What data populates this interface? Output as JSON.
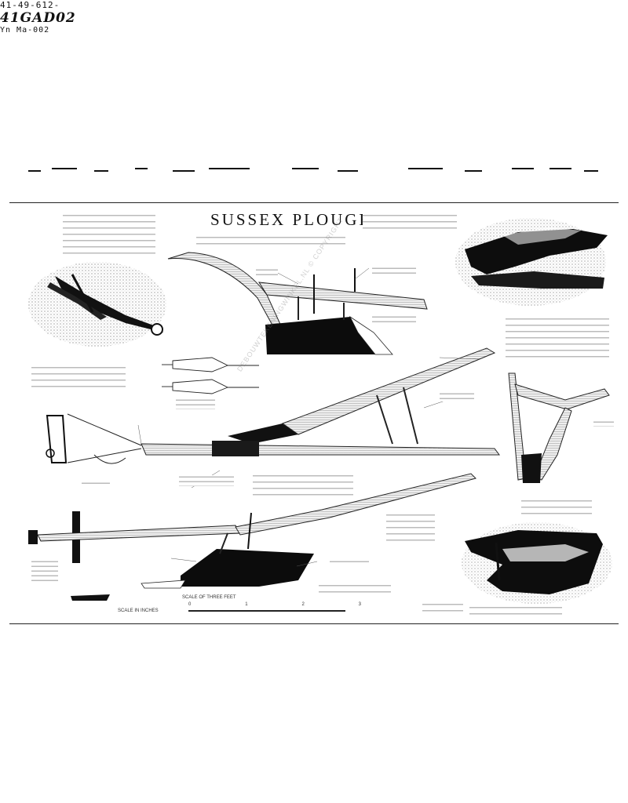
{
  "document": {
    "ref_left": "41-49-612-",
    "ref_right": "41GAD02",
    "ref_bottom": "Yn Ma-002",
    "title": "SUSSEX PLOUGH",
    "scale_label": "SCALE OF THREE FEET",
    "scale_numbers": [
      "0",
      "1",
      "2",
      "3"
    ],
    "scale_note": "SCALE IN INCHES",
    "watermark": "DEBOUWTEKENINGWINKEL.NL © COPYRIGHT"
  }
}
